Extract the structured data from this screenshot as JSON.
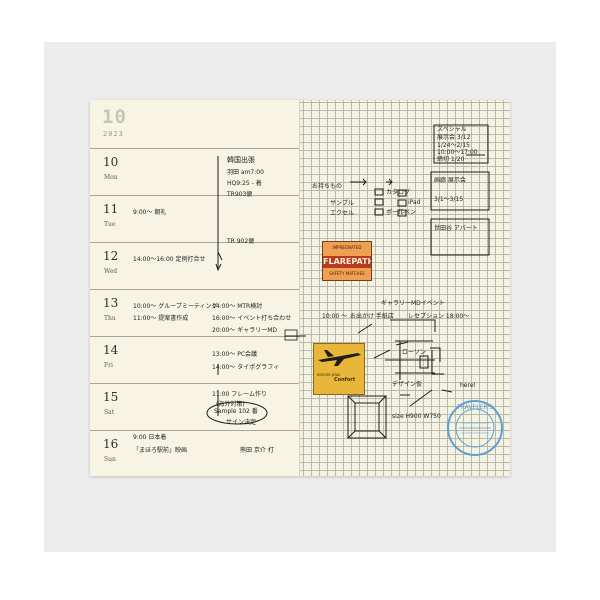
{
  "week": {
    "number": "10",
    "year": "2023"
  },
  "days": [
    {
      "num": "10",
      "name": "Mon"
    },
    {
      "num": "11",
      "name": "Tue"
    },
    {
      "num": "12",
      "name": "Wed"
    },
    {
      "num": "13",
      "name": "Thu"
    },
    {
      "num": "14",
      "name": "Fri"
    },
    {
      "num": "15",
      "name": "Sat"
    },
    {
      "num": "16",
      "name": "Sun"
    }
  ],
  "notes": {
    "mon_1": "韓国出張",
    "mon_2": "羽田 am7:00",
    "mon_3": "HQ9:25 - 着",
    "mon_4": "TR903便",
    "tue_1": "9:00～ 朝礼",
    "tue_2": "TR 902便",
    "wed_1": "14:00～16:00 定例打合せ",
    "thu_1": "10:00～ グループミーティング",
    "thu_2": "11:00～ 提案書作成",
    "thu_3": "14:00～ MTR検討",
    "thu_4": "16:00～ イベント打ち合わせ",
    "thu_5": "20:00～ ギャラリーMD",
    "fri_1": "13:00～ PC会議",
    "fri_2": "14:00～ タイポグラフィ",
    "sat_1": "Sample 102 番",
    "sat_2": "11:00 フレーム作り",
    "sat_3": "(海外対策)",
    "sat_4": "サイン決定",
    "sun_1": "9:00 日本着",
    "sun_2": "「まほろ駅前」映画",
    "sun_3": "熊田 京介 打",
    "grid_1": "お持ちもの",
    "grid_2": "サンプル",
    "grid_3": "カタログ",
    "grid_4": "ボールペン",
    "grid_5": "iPad",
    "grid_6": "エクセル",
    "grid_7": "スペシャル",
    "grid_8": "展示会 3/12",
    "grid_9": "1/24～2/15",
    "grid_10": "10:00～17:00",
    "grid_11": "締切 1/20",
    "grid_12": "画廊 展示会",
    "grid_13": "3/1～3/15",
    "grid_14": "世田谷 アパート",
    "grid_15": "ギャラリーMDイベント",
    "grid_16": "10:00 ～ ",
    "grid_17": "お出かけ 手紙店",
    "grid_18": "レセプション 18:00～",
    "grid_19": "ローソン",
    "grid_20": "here!",
    "grid_21": "size H900 W750",
    "grid_22": "デザイン仮"
  },
  "stickers": {
    "matches_top": "IMPREGNATED",
    "matches_main": "FLAREPATH",
    "matches_bottom": "SAFETY MATCHES",
    "plane_1": "encore plus",
    "plane_2": "Confort"
  },
  "stamp_text": "TRAVELER'S",
  "colors": {
    "paper": "#f7f4e3",
    "grid": "#b9b8ab",
    "ink": "#1d1d1d",
    "stamp": "#5f9fd0"
  }
}
